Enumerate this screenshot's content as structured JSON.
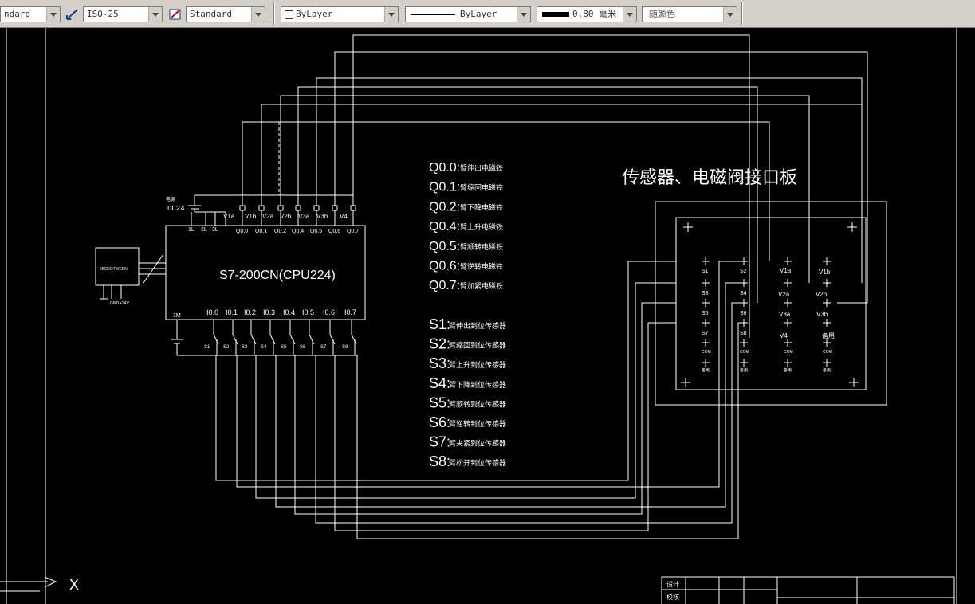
{
  "toolbar": {
    "text_style": "ndard",
    "dim_style": "ISO-25",
    "table_style": "Standard",
    "layer": "ByLayer",
    "linetype": "ByLayer",
    "lineweight": "0.80 毫米",
    "color": "随颜色"
  },
  "drawing": {
    "plc_label": "S7-200CN(CPU224)",
    "supply_label1": "电源",
    "supply_label2": "DC24",
    "module_label": "MICROTWEEN",
    "module_pins": [
      "GND",
      "+24V"
    ],
    "common_pins": [
      "1L",
      "2L",
      "3L"
    ],
    "common_m": "1M",
    "valve_labels": [
      "V1a",
      "V1b",
      "V2a",
      "V2b",
      "V3a",
      "V3b",
      "V4"
    ],
    "outputs": [
      "Q0.0",
      "Q0.1",
      "Q0.2",
      "Q0.4",
      "Q0.5",
      "Q0.6",
      "Q0.7"
    ],
    "inputs": [
      "I0.0",
      "I0.1",
      "I0.2",
      "I0.3",
      "I0.4",
      "I0.5",
      "I0.6",
      "I0.7"
    ],
    "switches": [
      "S1",
      "S2",
      "S3",
      "S4",
      "S5",
      "S6",
      "S7",
      "S8"
    ],
    "board_title": "传感器、电磁阀接口板",
    "board_sensors": [
      "S1",
      "S2",
      "S3",
      "S4",
      "S5",
      "S6",
      "S7",
      "S8"
    ],
    "board_valves": [
      "V1a",
      "V1b",
      "V2a",
      "V2b",
      "V3a",
      "V3b",
      "V4",
      "备用"
    ],
    "board_com": [
      "COM",
      "COM",
      "COM",
      "COM"
    ],
    "board_spare": [
      "备用",
      "备用",
      "备用",
      "备用"
    ],
    "q_legend": [
      {
        "code": "Q0.0:",
        "desc": "臂伸出电磁铁"
      },
      {
        "code": "Q0.1:",
        "desc": "臂缩回电磁铁"
      },
      {
        "code": "Q0.2:",
        "desc": "臂下降电磁铁"
      },
      {
        "code": "Q0.4:",
        "desc": "臂上升电磁铁"
      },
      {
        "code": "Q0.5:",
        "desc": "臂顺转电磁铁"
      },
      {
        "code": "Q0.6:",
        "desc": "臂逆转电磁铁"
      },
      {
        "code": "Q0.7:",
        "desc": "臂加紧电磁铁"
      }
    ],
    "s_legend": [
      {
        "code": "S1:",
        "desc": "臂伸出到位传感器"
      },
      {
        "code": "S2:",
        "desc": "臂缩回到位传感器"
      },
      {
        "code": "S3:",
        "desc": "臂上升到位传感器"
      },
      {
        "code": "S4:",
        "desc": "臂下降到位传感器"
      },
      {
        "code": "S5:",
        "desc": "臂顺转到位传感器"
      },
      {
        "code": "S6:",
        "desc": "臂逆转到位传感器"
      },
      {
        "code": "S7:",
        "desc": "臂夹紧到位传感器"
      },
      {
        "code": "S8:",
        "desc": "臂松开到位传感器"
      }
    ],
    "axis_label": "X",
    "title_block": [
      "设计",
      "校核"
    ]
  }
}
